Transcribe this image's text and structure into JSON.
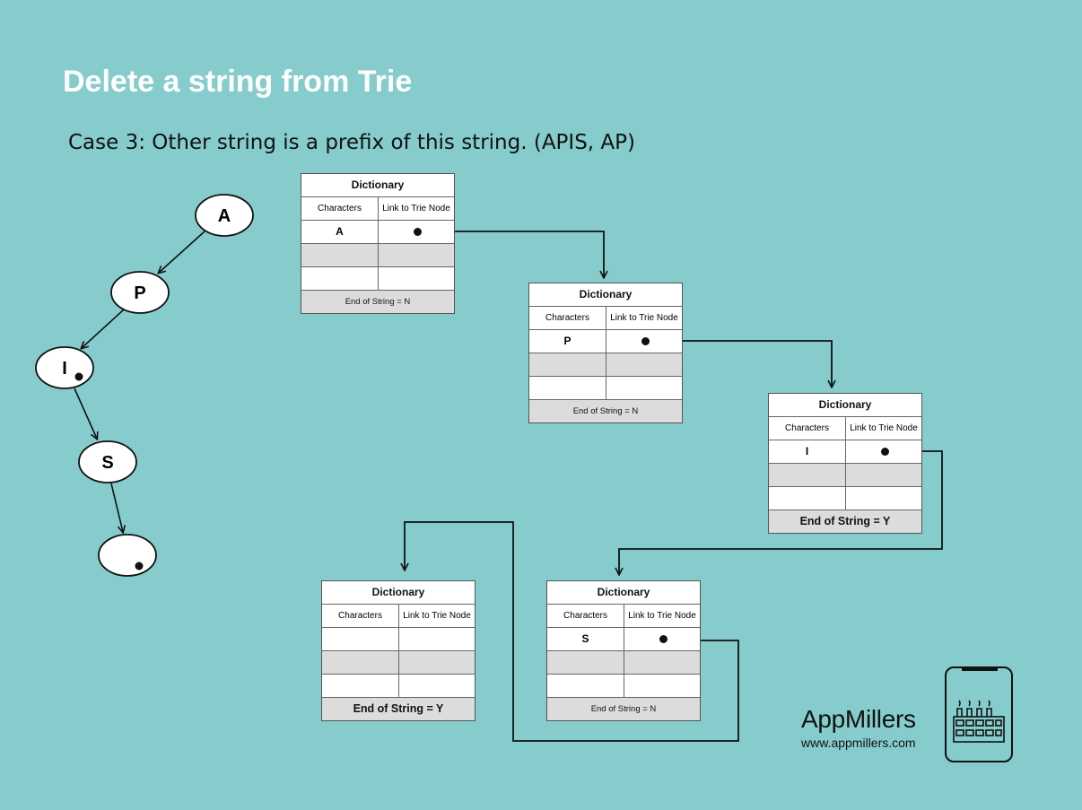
{
  "title": "Delete a string from Trie",
  "subtitle": "Case 3: Other string is a prefix of this string. (APIS, AP)",
  "tree": {
    "nodes": [
      {
        "label": "A"
      },
      {
        "label": "P"
      },
      {
        "label": "I"
      },
      {
        "label": "S"
      },
      {
        "label": ""
      }
    ]
  },
  "dictionaries": [
    {
      "header": "Dictionary",
      "col1": "Characters",
      "col2": "Link to Trie Node",
      "rows": [
        "A",
        "",
        ""
      ],
      "end": "End of String = N"
    },
    {
      "header": "Dictionary",
      "col1": "Characters",
      "col2": "Link to Trie Node",
      "rows": [
        "P",
        "",
        ""
      ],
      "end": "End of String = N"
    },
    {
      "header": "Dictionary",
      "col1": "Characters",
      "col2": "Link to Trie Node",
      "rows": [
        "I",
        "",
        ""
      ],
      "end": "End of String = Y"
    },
    {
      "header": "Dictionary",
      "col1": "Characters",
      "col2": "Link to Trie Node",
      "rows": [
        "S",
        "",
        ""
      ],
      "end": "End of String = N"
    },
    {
      "header": "Dictionary",
      "col1": "Characters",
      "col2": "Link to Trie Node",
      "rows": [
        "",
        "",
        ""
      ],
      "end": "End of String = Y"
    }
  ],
  "brand": {
    "name": "AppMillers",
    "url": "www.appmillers.com",
    "icon": "factory-phone-icon"
  }
}
